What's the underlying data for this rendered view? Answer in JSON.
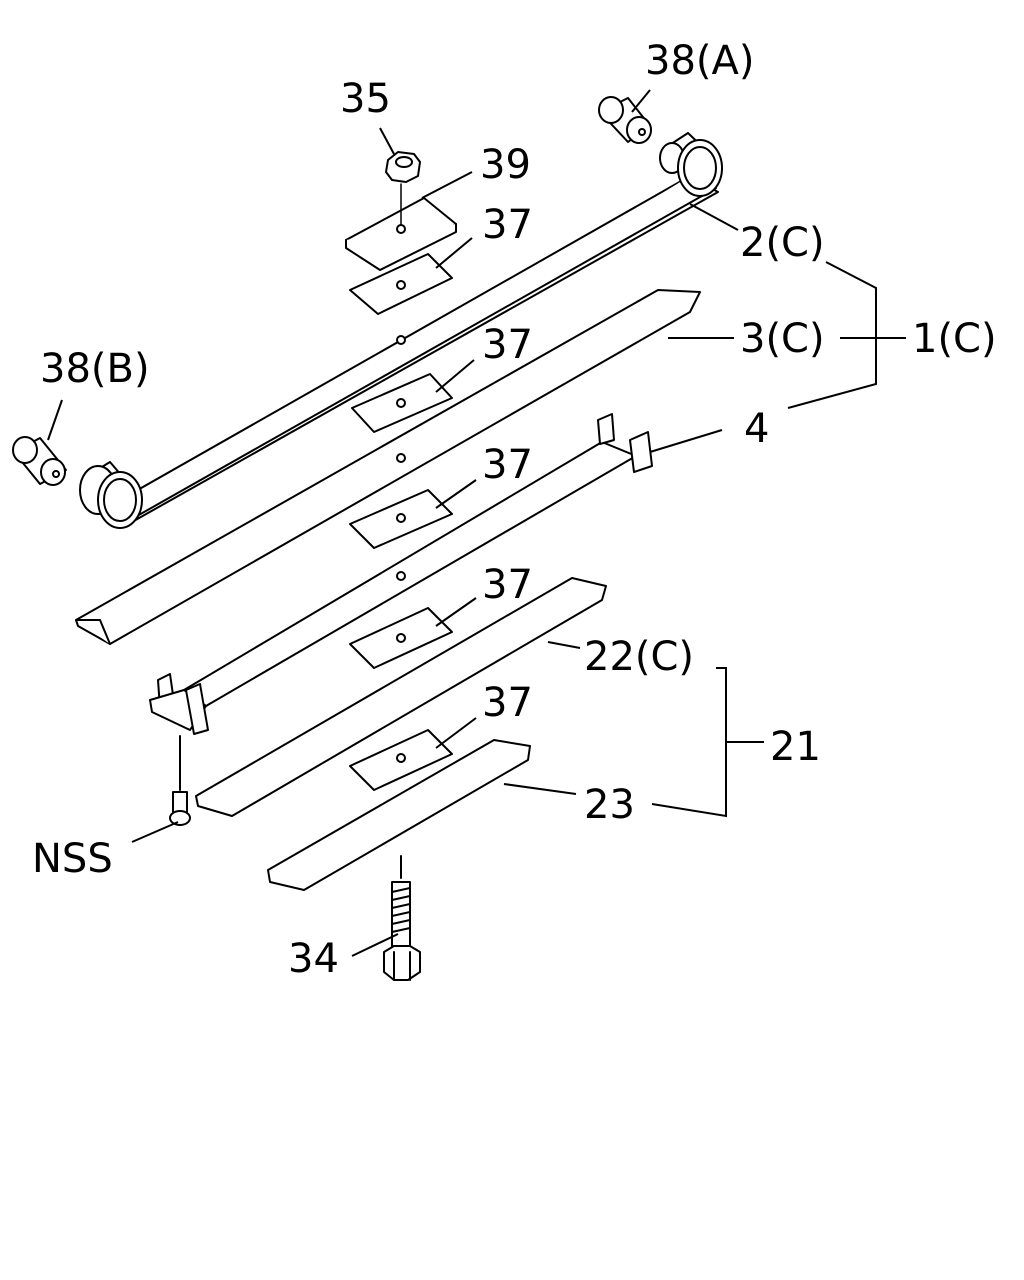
{
  "labels": {
    "p38a": "38(A)",
    "p35": "35",
    "p39": "39",
    "p37a": "37",
    "p2c": "2(C)",
    "p3c": "3(C)",
    "p1c": "1(C)",
    "p38b": "38(B)",
    "p37b": "37",
    "p4": "4",
    "p37c": "37",
    "p37d": "37",
    "p22c": "22(C)",
    "p37e": "37",
    "p21": "21",
    "p23": "23",
    "nss": "NSS",
    "p34": "34"
  },
  "colors": {
    "line": "#000000",
    "fill": "#ffffff"
  }
}
